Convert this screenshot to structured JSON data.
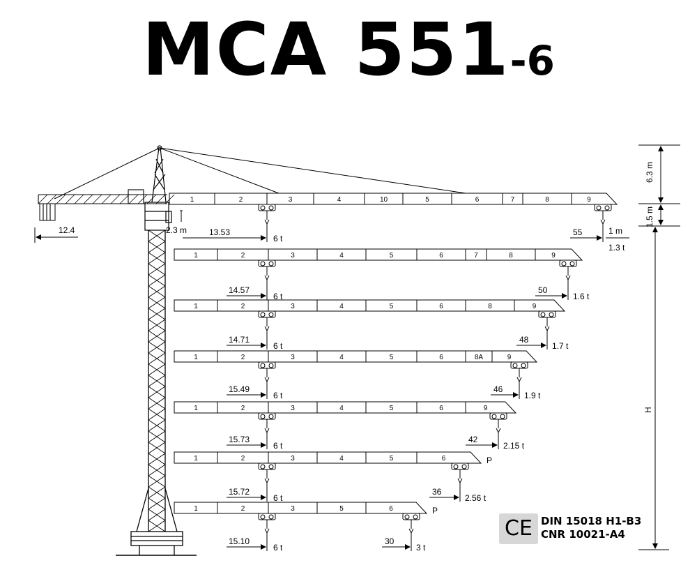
{
  "title": {
    "main": "MCA 551",
    "suffix": "-6"
  },
  "certification": {
    "ce_mark": "CE",
    "standards": [
      "DIN 15018 H1-B3",
      "CNR 10021-A4"
    ]
  },
  "dimensions": {
    "counter_jib": "12.4",
    "pivot_offset": "2.3 m",
    "height_upper": "6.3 m",
    "height_lower": "1.5 m",
    "height_H": "H",
    "tip_extension": "1 m",
    "tip_load": "1.3 t"
  },
  "configurations": [
    {
      "segments": [
        "1",
        "2",
        "3",
        "4",
        "10",
        "5",
        "6",
        "7",
        "8",
        "9"
      ],
      "mark": "",
      "reach": "55",
      "tip_load": "1.3 t",
      "inner_dist": "13.53",
      "inner_load": "6 t"
    },
    {
      "segments": [
        "1",
        "2",
        "3",
        "4",
        "5",
        "6",
        "7",
        "8",
        "9"
      ],
      "mark": "",
      "reach": "50",
      "tip_load": "1.6 t",
      "inner_dist": "14.57",
      "inner_load": "6 t"
    },
    {
      "segments": [
        "1",
        "2",
        "3",
        "4",
        "5",
        "6",
        "8",
        "9"
      ],
      "mark": "",
      "reach": "48",
      "tip_load": "1.7 t",
      "inner_dist": "14.71",
      "inner_load": "6 t"
    },
    {
      "segments": [
        "1",
        "2",
        "3",
        "4",
        "5",
        "6",
        "8A",
        "9"
      ],
      "mark": "",
      "reach": "46",
      "tip_load": "1.9 t",
      "inner_dist": "15.49",
      "inner_load": "6 t"
    },
    {
      "segments": [
        "1",
        "2",
        "3",
        "4",
        "5",
        "6",
        "9"
      ],
      "mark": "",
      "reach": "42",
      "tip_load": "2.15 t",
      "inner_dist": "15.73",
      "inner_load": "6 t"
    },
    {
      "segments": [
        "1",
        "2",
        "3",
        "4",
        "5",
        "6"
      ],
      "mark": "P",
      "reach": "36",
      "tip_load": "2.56 t",
      "inner_dist": "15.72",
      "inner_load": "6 t"
    },
    {
      "segments": [
        "1",
        "2",
        "3",
        "5",
        "6"
      ],
      "mark": "P",
      "reach": "30",
      "tip_load": "3 t",
      "inner_dist": "15.10",
      "inner_load": "6 t"
    }
  ]
}
